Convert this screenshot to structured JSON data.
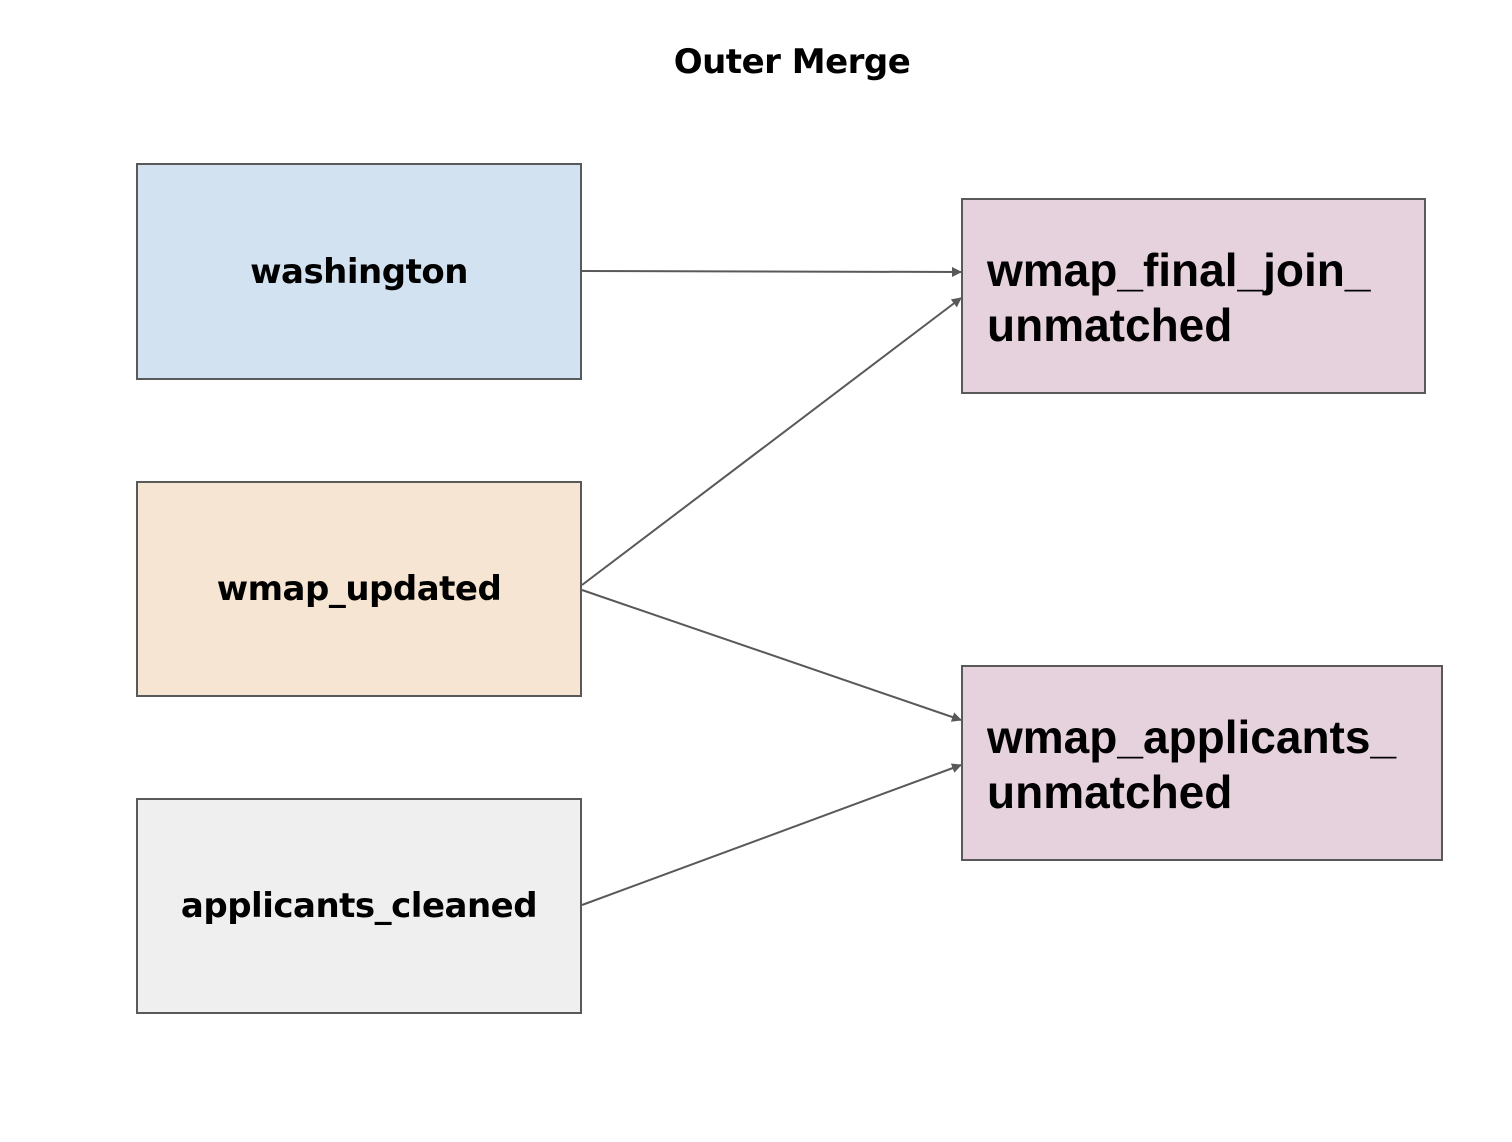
{
  "title": "Outer Merge",
  "nodes": [
    {
      "id": "washington",
      "label": "washington",
      "color": "#d3e2f0"
    },
    {
      "id": "wmap_updated",
      "label": "wmap_updated",
      "color": "#f7e5d3"
    },
    {
      "id": "applicants_cleaned",
      "label": "applicants_cleaned",
      "color": "#efefef"
    },
    {
      "id": "wmap_final_join_unmatched",
      "label_lines": [
        "wmap_final_join_",
        "unmatched"
      ],
      "color": "#e6d2dd"
    },
    {
      "id": "wmap_applicants_unmatched",
      "label_lines": [
        "wmap_applicants_",
        "unmatched"
      ],
      "color": "#e6d2dd"
    }
  ],
  "edges": [
    {
      "from": "washington",
      "to": "wmap_final_join_unmatched"
    },
    {
      "from": "wmap_updated",
      "to": "wmap_final_join_unmatched"
    },
    {
      "from": "wmap_updated",
      "to": "wmap_applicants_unmatched"
    },
    {
      "from": "applicants_cleaned",
      "to": "wmap_applicants_unmatched"
    }
  ],
  "edge_color": "#595959",
  "border_color": "#595959"
}
